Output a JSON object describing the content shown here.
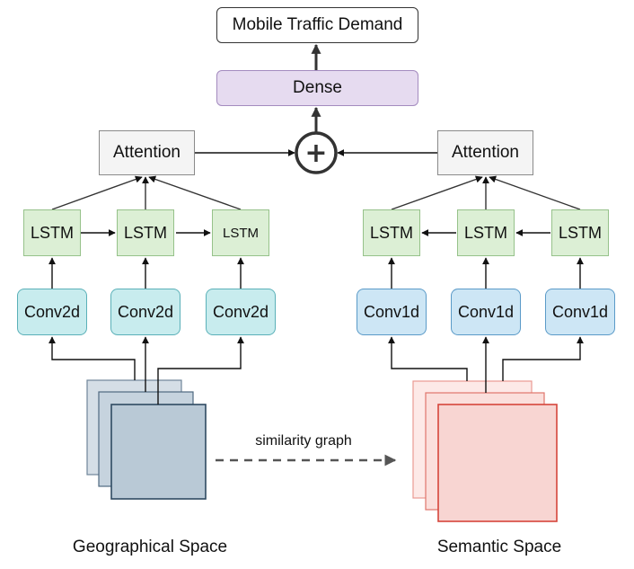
{
  "output": {
    "label": "Mobile Traffic Demand"
  },
  "dense": {
    "label": "Dense"
  },
  "combine": {
    "symbol": "+"
  },
  "geographical": {
    "attention": "Attention",
    "lstm": [
      "LSTM",
      "LSTM",
      "LSTM"
    ],
    "conv": [
      "Conv2d",
      "Conv2d",
      "Conv2d"
    ],
    "caption": "Geographical Space"
  },
  "semantic": {
    "attention": "Attention",
    "lstm": [
      "LSTM",
      "LSTM",
      "LSTM"
    ],
    "conv": [
      "Conv1d",
      "Conv1d",
      "Conv1d"
    ],
    "caption": "Semantic Space"
  },
  "similarity_edge": {
    "label": "similarity graph"
  },
  "colors": {
    "geo_stack_fill": "#b9c9d6",
    "geo_stack_stroke": "#2f4a62",
    "sem_stack_fill": "#f8d5d2",
    "sem_stack_stroke": "#d6453b",
    "lstm_fill": "#dcefd5",
    "conv2d_fill": "#c8ecee",
    "conv1d_fill": "#cde6f5",
    "dense_fill": "#e6dbf0"
  }
}
